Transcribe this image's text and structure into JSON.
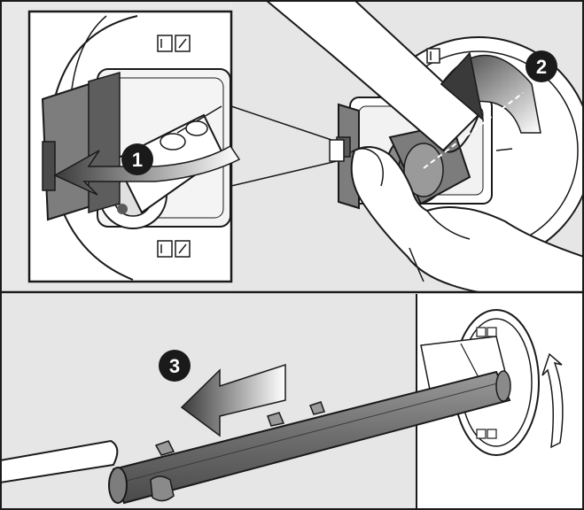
{
  "figure": {
    "steps": [
      {
        "number": "1",
        "action": "open-cover",
        "arrow_direction": "left"
      },
      {
        "number": "2",
        "action": "rotate-clockwise",
        "arrow_direction": "up-right"
      },
      {
        "number": "3",
        "action": "pull-out-tube",
        "arrow_direction": "left"
      }
    ],
    "colors": {
      "background": "#ffffff",
      "panel": "#e6e6e6",
      "line": "#1a1a1a",
      "part_fill": "#7d7d7d",
      "part_dark": "#4a4a4a",
      "badge": "#1a1a1a",
      "arrow_gradient_start": "#3a3a3a",
      "arrow_gradient_end": "#ffffff"
    }
  }
}
